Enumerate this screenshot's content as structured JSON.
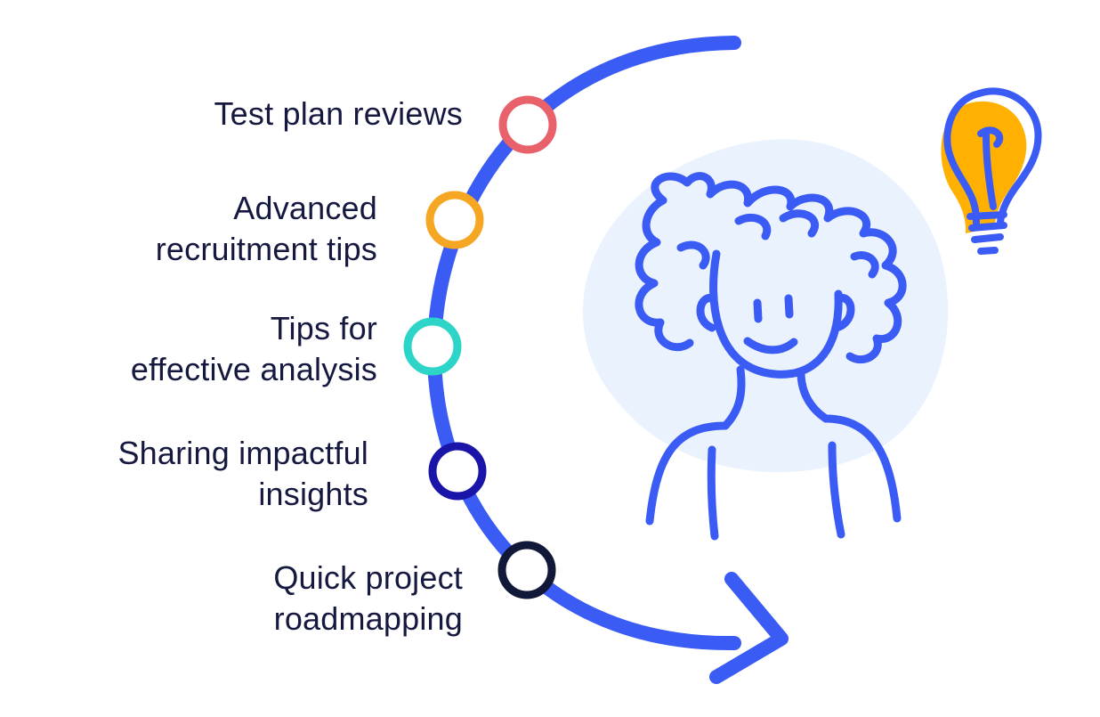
{
  "steps": [
    {
      "lines": [
        "Test plan reviews"
      ],
      "color": "#E8616B"
    },
    {
      "lines": [
        "Advanced",
        "recruitment tips"
      ],
      "color": "#F5A623"
    },
    {
      "lines": [
        "Tips for",
        "effective analysis"
      ],
      "color": "#2DD4C8"
    },
    {
      "lines": [
        "Sharing impactful",
        "insights"
      ],
      "color": "#1A14A8"
    },
    {
      "lines": [
        "Quick project",
        "roadmapping"
      ],
      "color": "#121838"
    }
  ],
  "colors": {
    "arc": "#3B5BF5",
    "text": "#15183f",
    "person_stroke": "#3B5BF5",
    "blob": "#EAF3FD",
    "bulb_fill": "#FFB000"
  },
  "icons": {
    "person": "person-illustration",
    "bulb": "lightbulb-icon",
    "arrow": "arrow-head-icon"
  }
}
